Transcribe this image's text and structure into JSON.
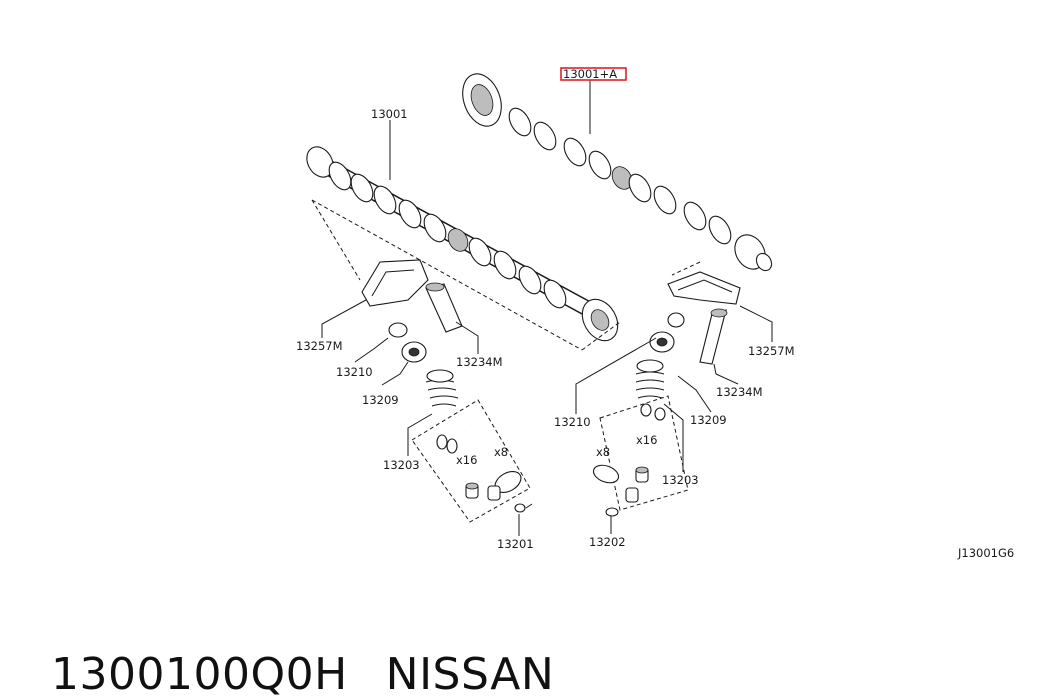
{
  "labels": {
    "camshaft_exhaust": "13001",
    "camshaft_intake_highlight": "13001+A",
    "rocker_left": "13257M",
    "rocker_right": "13257M",
    "lash_left": "13234M",
    "lash_right": "13234M",
    "retainer_left": "13210",
    "retainer_right": "13210",
    "spring_left": "13209",
    "spring_right": "13209",
    "seal_left": "13203",
    "seal_right": "13203",
    "valve_intake": "13201",
    "valve_exhaust": "13202",
    "qty_x16_left": "x16",
    "qty_x8_left": "x8",
    "qty_x16_right": "x16",
    "qty_x8_right": "x8",
    "diagram_code": "J13001G6"
  },
  "colors": {
    "highlight": "#e0202a",
    "ink": "#1a1a1a"
  },
  "footer": {
    "part_number": "1300100Q0H",
    "brand": "NISSAN"
  }
}
